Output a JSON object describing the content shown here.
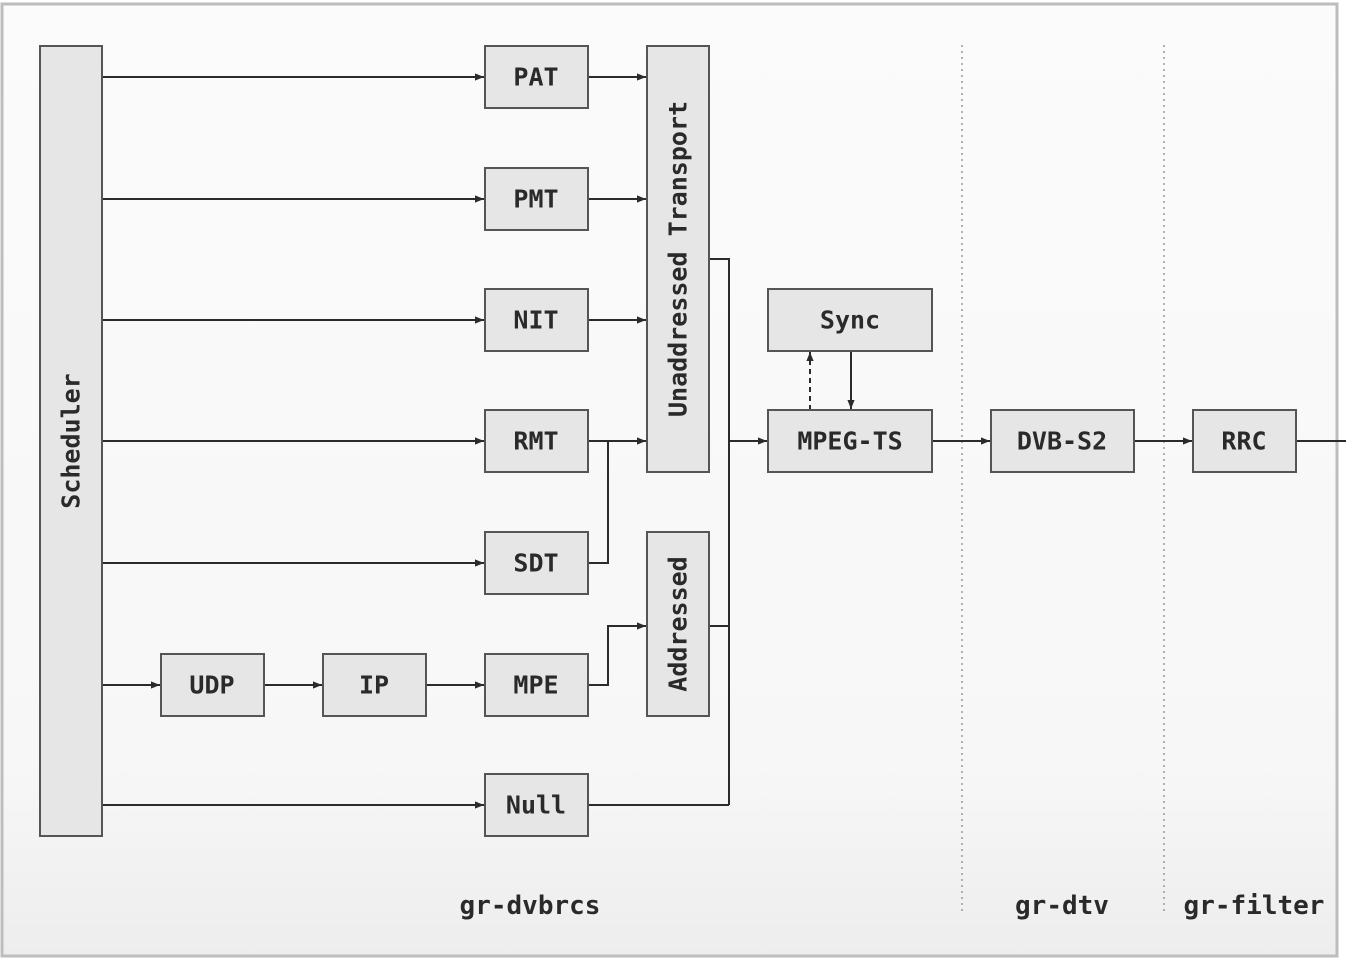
{
  "blocks": {
    "scheduler": "Scheduler",
    "pat": "PAT",
    "pmt": "PMT",
    "nit": "NIT",
    "rmt": "RMT",
    "sdt": "SDT",
    "udp": "UDP",
    "ip": "IP",
    "mpe": "MPE",
    "null": "Null",
    "unaddressed": "Unaddressed Transport",
    "addressed": "Addressed",
    "sync": "Sync",
    "mpegts": "MPEG-TS",
    "dvbs2": "DVB-S2",
    "rrc": "RRC"
  },
  "groups": {
    "dvbrcs": "gr-dvbrcs",
    "dtv": "gr-dtv",
    "filter": "gr-filter"
  },
  "colors": {
    "block_fill": "#e6e6e6",
    "block_stroke": "#555555",
    "wire": "#2b2b2b",
    "frame": "#bdbdbd"
  }
}
